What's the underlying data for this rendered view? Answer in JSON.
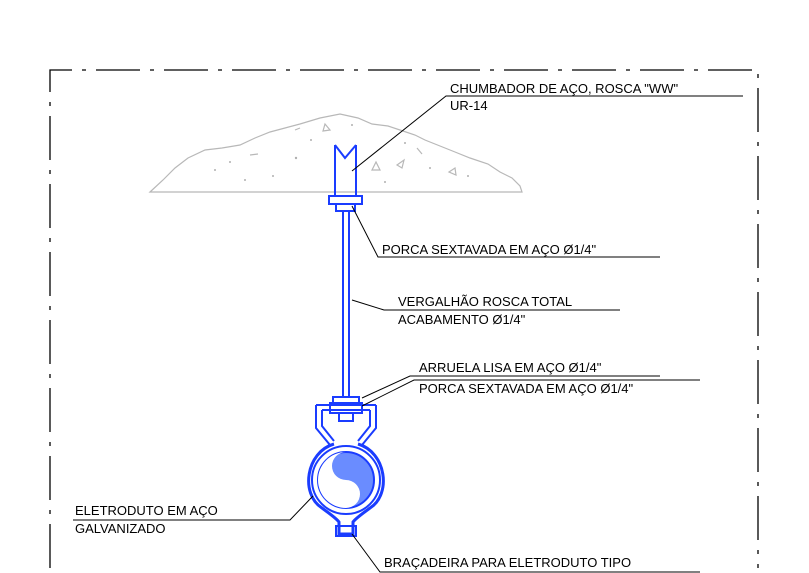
{
  "labels": {
    "anchor_line1": "CHUMBADOR DE AÇO, ROSCA \"WW\"",
    "anchor_line2": "UR-14",
    "nut_top": "PORCA SEXTAVADA EM AÇO Ø1/4\"",
    "rod_line1": "VERGALHÃO ROSCA TOTAL",
    "rod_line2": "ACABAMENTO Ø1/4\"",
    "washer": "ARRUELA LISA EM AÇO Ø1/4\"",
    "nut_bottom": "PORCA SEXTAVADA EM AÇO Ø1/4\"",
    "conduit_line1": "ELETRODUTO EM AÇO",
    "conduit_line2": "GALVANIZADO",
    "clamp": "BRAÇADEIRA PARA ELETRODUTO TIPO"
  },
  "colors": {
    "component": "#1a3cff",
    "conduit_fill": "#6a8cff",
    "ceiling": "#b8b8b8",
    "text": "#000000"
  }
}
